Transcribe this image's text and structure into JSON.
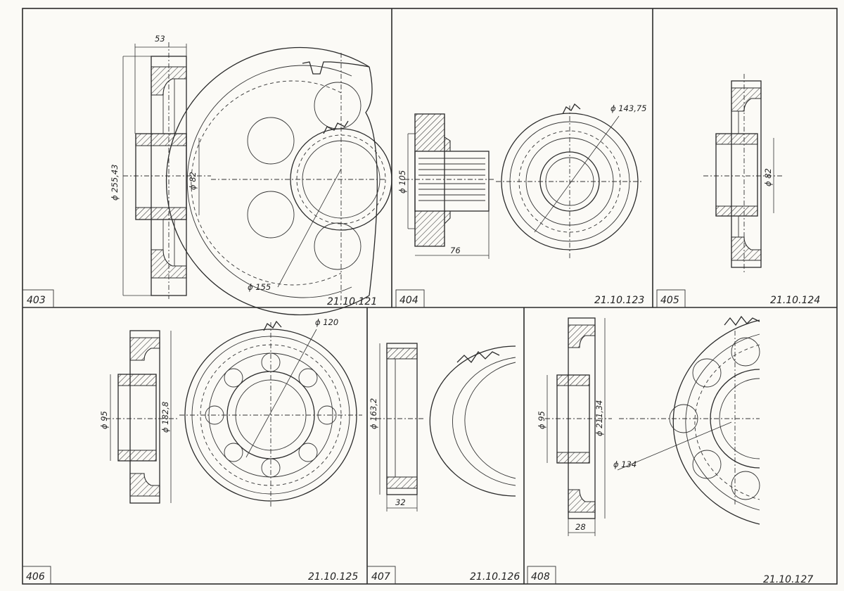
{
  "panels": [
    {
      "number": "403",
      "code": "21.10.121",
      "dims": {
        "width": "53",
        "d_outer": "ϕ 255,43",
        "d_bore": "ϕ 82",
        "d_circle": "ϕ 155"
      }
    },
    {
      "number": "404",
      "code": "21.10.123",
      "dims": {
        "d_shaft": "ϕ 105",
        "length": "76",
        "d_gear": "ϕ 143,75"
      }
    },
    {
      "number": "405",
      "code": "21.10.124",
      "dims": {
        "d_bore": "ϕ 82"
      }
    },
    {
      "number": "406",
      "code": "21.10.125",
      "dims": {
        "d_hub": "ϕ 95",
        "d_outer": "ϕ 182,8",
        "d_circle": "ϕ 120"
      }
    },
    {
      "number": "407",
      "code": "21.10.126",
      "dims": {
        "d_outer": "ϕ 163,2",
        "width": "32"
      }
    },
    {
      "number": "408",
      "code": "21.10.127",
      "dims": {
        "d_hub": "ϕ 95",
        "d_outer": "ϕ 211,34",
        "width": "28",
        "d_circle": "ϕ 134"
      }
    }
  ]
}
